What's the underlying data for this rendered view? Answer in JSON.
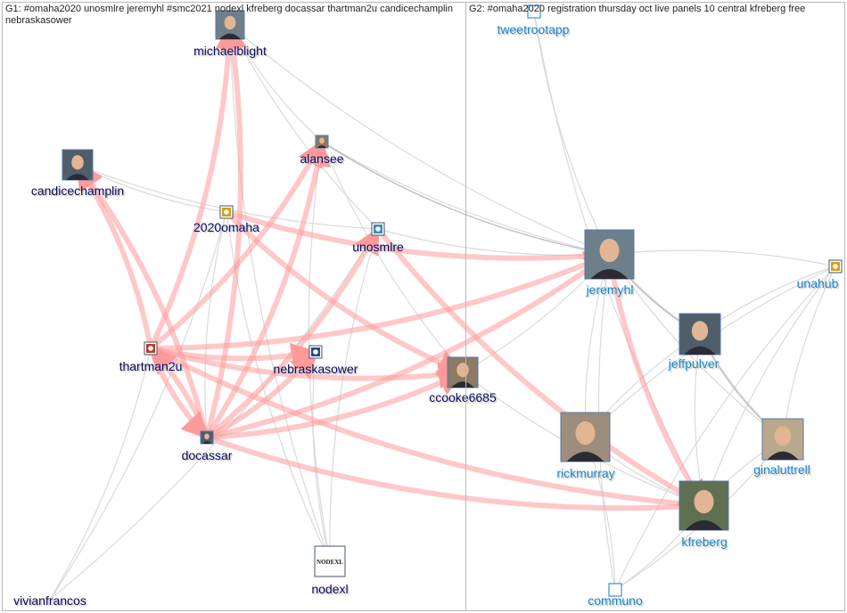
{
  "groups": [
    {
      "id": "G1",
      "title": "G1: #omaha2020 unosmlre jeremyhl #smc2021 nodexl kfreberg docassar thartman2u candicechamplin nebraskasower",
      "color": "#0a0a5a"
    },
    {
      "id": "G2",
      "title": "G2: #omaha2020 registration thursday oct live panels 10 central kfreberg free",
      "color": "#1a86c9"
    }
  ],
  "colors": {
    "strong_edge": "#ff9a9a",
    "weak_edge": "#d6d6d6",
    "dark_edge": "#9a9a9a",
    "panel_border": "#b9b9b9"
  },
  "nodes": [
    {
      "id": "michaelblight",
      "label": "michaelblight",
      "group": "G1",
      "icon": "profile-photo-icon"
    },
    {
      "id": "alansee",
      "label": "alansee",
      "group": "G1",
      "icon": "profile-photo-icon"
    },
    {
      "id": "candicechamplin",
      "label": "candicechamplin",
      "group": "G1",
      "icon": "profile-photo-icon"
    },
    {
      "id": "2020omaha",
      "label": "2020omaha",
      "group": "G1",
      "icon": "logo-icon"
    },
    {
      "id": "unosmlre",
      "label": "unosmlre",
      "group": "G1",
      "icon": "logo-icon"
    },
    {
      "id": "thartman2u",
      "label": "thartman2u",
      "group": "G1",
      "icon": "logo-icon"
    },
    {
      "id": "nebraskasower",
      "label": "nebraskasower",
      "group": "G1",
      "icon": "logo-icon"
    },
    {
      "id": "ccooke6685",
      "label": "ccooke6685",
      "group": "G1",
      "icon": "profile-photo-icon"
    },
    {
      "id": "docassar",
      "label": "docassar",
      "group": "G1",
      "icon": "profile-photo-icon"
    },
    {
      "id": "nodexl",
      "label": "nodexl",
      "group": "G1",
      "icon": "nodexl-logo-icon",
      "logo_text": "NODEXL"
    },
    {
      "id": "vivianfrancos",
      "label": "vivianfrancos",
      "group": "G1",
      "icon": ""
    },
    {
      "id": "tweetrootapp",
      "label": "tweetrootapp",
      "group": "G2",
      "icon": "app-icon"
    },
    {
      "id": "jeremyhl",
      "label": "jeremyhl",
      "group": "G2",
      "icon": "profile-photo-icon"
    },
    {
      "id": "unahub",
      "label": "unahub",
      "group": "G2",
      "icon": "logo-icon"
    },
    {
      "id": "jeffpulver",
      "label": "jeffpulver",
      "group": "G2",
      "icon": "profile-photo-icon"
    },
    {
      "id": "rickmurray",
      "label": "rickmurray",
      "group": "G2",
      "icon": "profile-photo-icon"
    },
    {
      "id": "ginaluttrell",
      "label": "ginaluttrell",
      "group": "G2",
      "icon": "profile-photo-icon"
    },
    {
      "id": "kfreberg",
      "label": "kfreberg",
      "group": "G2",
      "icon": "profile-photo-icon"
    },
    {
      "id": "communo",
      "label": "communo",
      "group": "G2",
      "icon": "app-icon"
    }
  ],
  "edges_strong": [
    [
      "thartman2u",
      "michaelblight"
    ],
    [
      "docassar",
      "michaelblight"
    ],
    [
      "thartman2u",
      "candicechamplin"
    ],
    [
      "docassar",
      "candicechamplin"
    ],
    [
      "thartman2u",
      "docassar"
    ],
    [
      "docassar",
      "thartman2u"
    ],
    [
      "thartman2u",
      "jeremyhl"
    ],
    [
      "thartman2u",
      "ccooke6685"
    ],
    [
      "thartman2u",
      "nebraskasower"
    ],
    [
      "thartman2u",
      "kfreberg"
    ],
    [
      "docassar",
      "jeremyhl"
    ],
    [
      "docassar",
      "ccooke6685"
    ],
    [
      "docassar",
      "kfreberg"
    ],
    [
      "docassar",
      "nebraskasower"
    ],
    [
      "docassar",
      "alansee"
    ],
    [
      "docassar",
      "unosmlre"
    ],
    [
      "2020omaha",
      "jeremyhl"
    ],
    [
      "2020omaha",
      "ccooke6685"
    ],
    [
      "unosmlre",
      "kfreberg"
    ],
    [
      "jeremyhl",
      "kfreberg"
    ],
    [
      "thartman2u",
      "alansee"
    ]
  ],
  "edges_weak": [
    [
      "michaelblight",
      "jeremyhl"
    ],
    [
      "michaelblight",
      "nodexl"
    ],
    [
      "michaelblight",
      "alansee"
    ],
    [
      "michaelblight",
      "unosmlre"
    ],
    [
      "alansee",
      "jeremyhl"
    ],
    [
      "alansee",
      "nodexl"
    ],
    [
      "alansee",
      "ccooke6685"
    ],
    [
      "candicechamplin",
      "unosmlre"
    ],
    [
      "candicechamplin",
      "2020omaha"
    ],
    [
      "2020omaha",
      "nodexl"
    ],
    [
      "2020omaha",
      "docassar"
    ],
    [
      "unosmlre",
      "nodexl"
    ],
    [
      "unosmlre",
      "jeremyhl"
    ],
    [
      "nebraskasower",
      "nodexl"
    ],
    [
      "vivianfrancos",
      "2020omaha"
    ],
    [
      "vivianfrancos",
      "unosmlre"
    ],
    [
      "vivianfrancos",
      "thartman2u"
    ],
    [
      "ccooke6685",
      "jeremyhl"
    ],
    [
      "ccooke6685",
      "kfreberg"
    ],
    [
      "tweetrootapp",
      "jeremyhl"
    ],
    [
      "tweetrootapp",
      "kfreberg"
    ],
    [
      "unahub",
      "jeffpulver"
    ],
    [
      "unahub",
      "kfreberg"
    ],
    [
      "unahub",
      "ginaluttrell"
    ],
    [
      "unahub",
      "rickmurray"
    ],
    [
      "unahub",
      "communo"
    ],
    [
      "jeremyhl",
      "jeffpulver"
    ],
    [
      "jeremyhl",
      "ginaluttrell"
    ],
    [
      "jeremyhl",
      "rickmurray"
    ],
    [
      "jeremyhl",
      "communo"
    ],
    [
      "jeffpulver",
      "kfreberg"
    ],
    [
      "jeffpulver",
      "ginaluttrell"
    ],
    [
      "jeffpulver",
      "rickmurray"
    ],
    [
      "rickmurray",
      "kfreberg"
    ],
    [
      "ginaluttrell",
      "kfreberg"
    ],
    [
      "communo",
      "kfreberg"
    ],
    [
      "communo",
      "rickmurray"
    ],
    [
      "communo",
      "ginaluttrell"
    ],
    [
      "unahub",
      "jeremyhl"
    ]
  ],
  "edges_dark": [
    [
      "alansee",
      "jeremyhl"
    ],
    [
      "jeremyhl",
      "jeffpulver"
    ],
    [
      "jeffpulver",
      "ginaluttrell"
    ]
  ]
}
